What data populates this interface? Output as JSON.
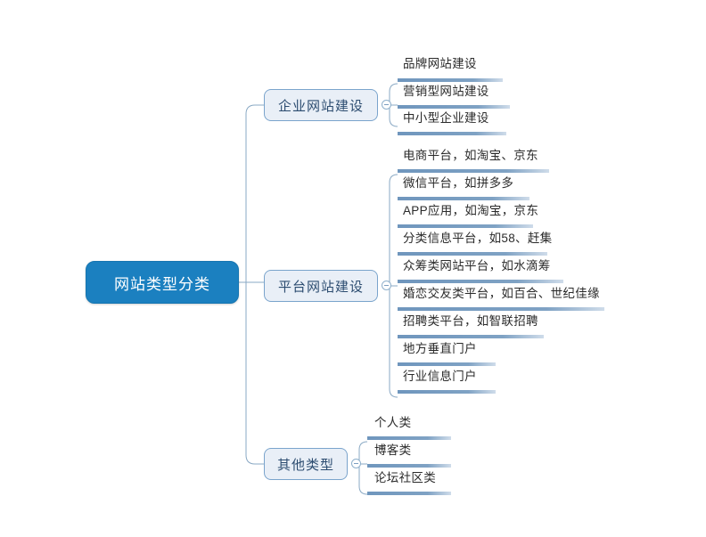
{
  "diagram": {
    "type": "mindmap",
    "title": "网站类型分类",
    "orientation": "left-to-right",
    "colors": {
      "root_fill": "#1b80c0",
      "root_text": "#ffffff",
      "branch_fill": "#e9eff7",
      "branch_border": "#7aa4cc",
      "branch_text": "#2c4c70",
      "connector": "#8aa9c4",
      "leaf_underline": "#6f96bd",
      "leaf_text": "#2b2b2b",
      "background": "#ffffff"
    },
    "root": {
      "label": "网站类型分类"
    },
    "branches": [
      {
        "label": "企业网站建设",
        "toggle_icon": "collapse-minus-icon",
        "leaves": [
          {
            "label": "品牌网站建设"
          },
          {
            "label": "营销型网站建设"
          },
          {
            "label": "中小型企业建设"
          }
        ]
      },
      {
        "label": "平台网站建设",
        "toggle_icon": "collapse-minus-icon",
        "leaves": [
          {
            "label": "电商平台，如淘宝、京东"
          },
          {
            "label": "微信平台，如拼多多"
          },
          {
            "label": "APP应用，如淘宝，京东"
          },
          {
            "label": "分类信息平台，如58、赶集"
          },
          {
            "label": "众筹类网站平台，如水滴筹"
          },
          {
            "label": "婚恋交友类平台，如百合、世纪佳缘"
          },
          {
            "label": "招聘类平台，如智联招聘"
          },
          {
            "label": "地方垂直门户"
          },
          {
            "label": "行业信息门户"
          }
        ]
      },
      {
        "label": "其他类型",
        "toggle_icon": "collapse-minus-icon",
        "leaves": [
          {
            "label": "个人类"
          },
          {
            "label": "博客类"
          },
          {
            "label": "论坛社区类"
          }
        ]
      }
    ]
  }
}
